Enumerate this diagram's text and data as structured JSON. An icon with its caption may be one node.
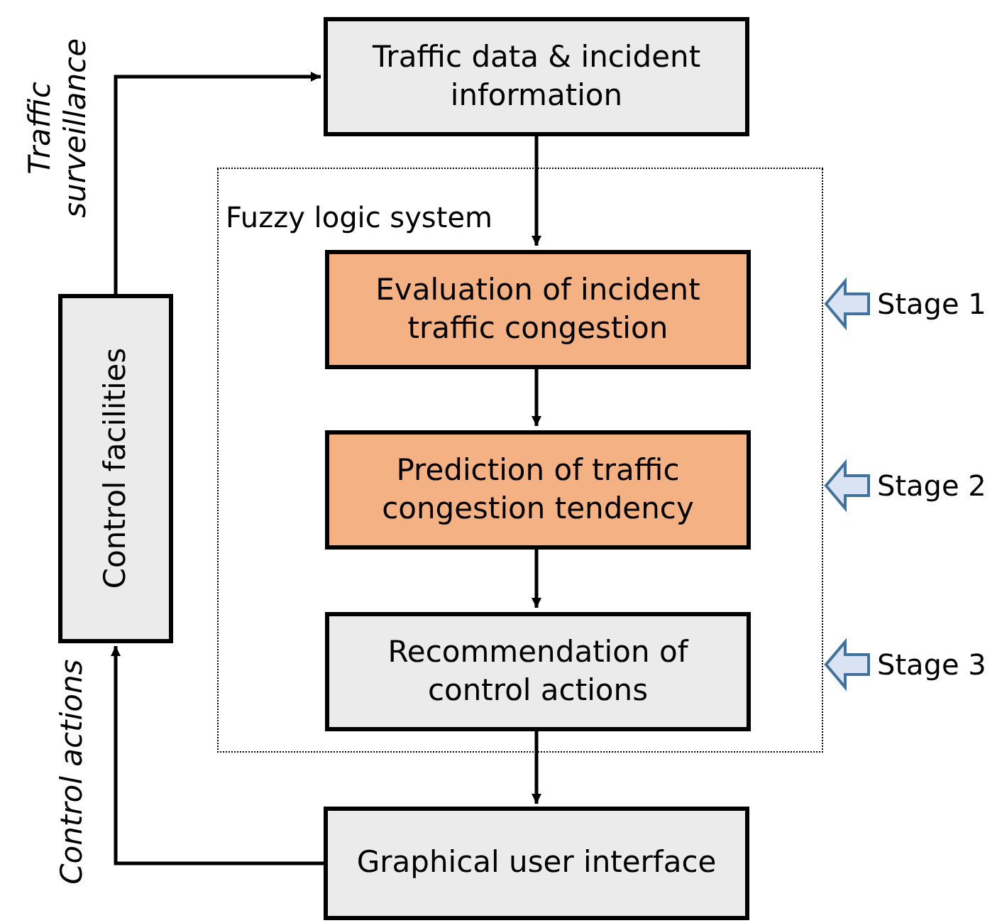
{
  "diagram": {
    "nodes": [
      {
        "text": [
          "Traffic data & incident information"
        ]
      },
      {
        "text": [
          "Fuzzy logic system"
        ]
      },
      {
        "text": [
          "Evaluation of incident traffic congestion"
        ],
        "in": 1
      },
      {
        "text": [
          "Prediction of traffic congestion tendency"
        ],
        "in": 1
      },
      {
        "text": [
          "Recommendation of control actions"
        ],
        "in": 1
      },
      {
        "text": [
          "Graphical user interface"
        ]
      },
      {
        "text": [
          "Control facilities"
        ]
      },
      {
        "text": [
          "Stage 1"
        ]
      },
      {
        "text": [
          "Stage 2"
        ]
      },
      {
        "text": [
          "Stage 3"
        ]
      }
    ],
    "edges": [
      {
        "from": 6,
        "to": 0,
        "arrow": "to",
        "label": "Traffic surveillance"
      },
      {
        "from": 0,
        "to": 2,
        "arrow": "to"
      },
      {
        "from": 2,
        "to": 3,
        "arrow": "to"
      },
      {
        "from": 3,
        "to": 4,
        "arrow": "to"
      },
      {
        "from": 4,
        "to": 5,
        "arrow": "to"
      },
      {
        "from": 5,
        "to": 6,
        "arrow": "to",
        "label": "Control actions"
      },
      {
        "from": 7,
        "to": 1,
        "arrow": "to",
        "style": "thick",
        "color": "#41719c"
      },
      {
        "from": 8,
        "to": 1,
        "arrow": "to",
        "style": "thick",
        "color": "#41719c"
      },
      {
        "from": 9,
        "to": 1,
        "arrow": "to",
        "style": "thick",
        "color": "#41719c"
      }
    ]
  }
}
